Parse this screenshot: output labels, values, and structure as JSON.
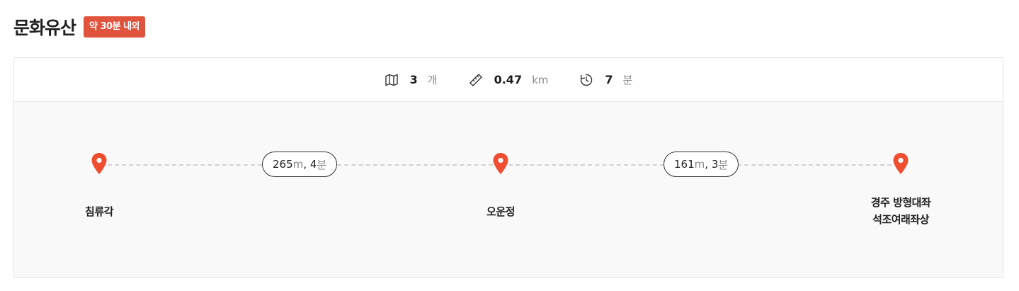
{
  "header": {
    "title": "문화유산",
    "badge": "약 30분 내외"
  },
  "stats": {
    "count": {
      "icon": "map-icon",
      "value": "3",
      "unit": "개"
    },
    "distance": {
      "icon": "ruler-icon",
      "value": "0.47",
      "unit": "km"
    },
    "time": {
      "icon": "clock-icon",
      "value": "7",
      "unit": "분"
    }
  },
  "route": {
    "pin_color": "#f04e30",
    "places": [
      {
        "name_line1": "침류각",
        "name_line2": ""
      },
      {
        "name_line1": "오운정",
        "name_line2": ""
      },
      {
        "name_line1": "경주 방형대좌",
        "name_line2": "석조여래좌상"
      }
    ],
    "segments": [
      {
        "meters": "265",
        "m_unit": "m",
        "sep": ", ",
        "minutes": "4",
        "min_unit": "분"
      },
      {
        "meters": "161",
        "m_unit": "m",
        "sep": ", ",
        "minutes": "3",
        "min_unit": "분"
      }
    ]
  }
}
